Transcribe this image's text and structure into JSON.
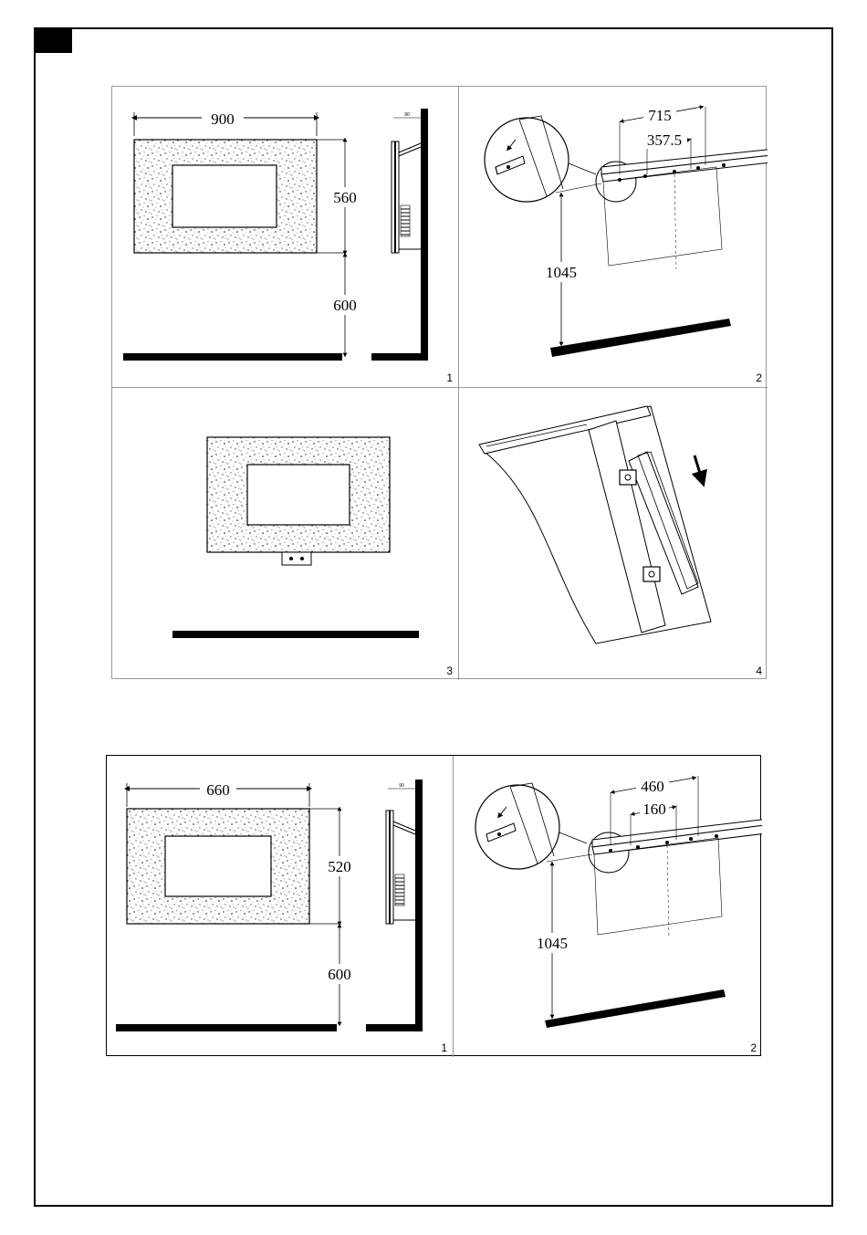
{
  "block_a": {
    "panels": [
      {
        "number": "1",
        "width_label": "900",
        "height_label": "560",
        "floor_label": "600",
        "side_label": "90"
      },
      {
        "number": "2",
        "outer_label": "715",
        "inner_label": "357.5",
        "height_label": "1045"
      },
      {
        "number": "3"
      },
      {
        "number": "4"
      }
    ]
  },
  "block_b": {
    "panels": [
      {
        "number": "1",
        "width_label": "660",
        "height_label": "520",
        "floor_label": "600",
        "side_label": "90"
      },
      {
        "number": "2",
        "outer_label": "460",
        "inner_label": "160",
        "height_label": "1045"
      }
    ]
  },
  "colors": {
    "ink": "#000000",
    "frame": "#999999",
    "paper": "#ffffff"
  }
}
